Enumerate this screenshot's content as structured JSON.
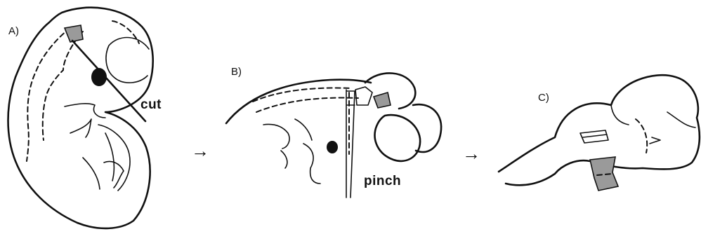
{
  "panels": [
    {
      "label": "A)",
      "annotation": "cut"
    },
    {
      "label": "B)",
      "annotation": "pinch"
    },
    {
      "label": "C)",
      "annotation": ""
    }
  ],
  "arrows": [
    "→",
    "→"
  ],
  "colors": {
    "line": "#111111",
    "tissue_grey": "#9a9a9a",
    "background": "#ffffff"
  }
}
